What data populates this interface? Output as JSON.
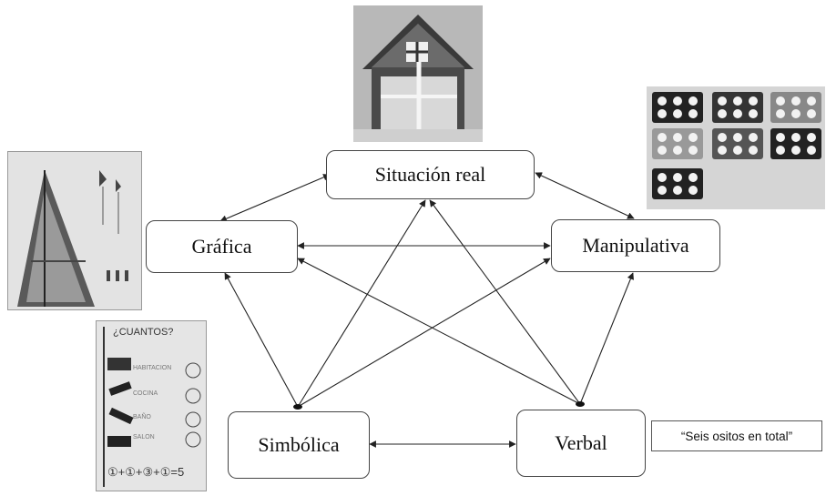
{
  "nodes": {
    "situacion_real": "Situación real",
    "grafica": "Gráfica",
    "manipulativa": "Manipulativa",
    "simbolica": "Simbólica",
    "verbal": "Verbal"
  },
  "quote": "“Seis ositos en total”",
  "worksheet": {
    "title": "¿CUANTOS?",
    "rows": [
      "HABITACION",
      "COCINA",
      "BAÑO",
      "SALON"
    ],
    "sum": "①+①+③+①=5"
  },
  "colors": {
    "line": "#222222",
    "box_border": "#444444",
    "photo_bg": "#8a8a8a"
  }
}
